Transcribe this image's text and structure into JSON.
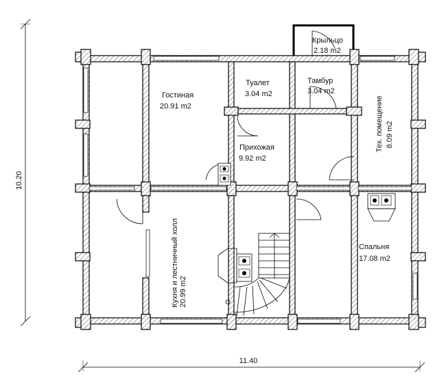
{
  "plan": {
    "rooms": {
      "porch": {
        "name": "Крыльцо",
        "area": "2.18 m2"
      },
      "living": {
        "name": "Гостиная",
        "area": "20.91 m2"
      },
      "toilet": {
        "name": "Туалет",
        "area": "3.04 m2"
      },
      "vestibule": {
        "name": "Тамбур",
        "area": "3.04 m2"
      },
      "hall": {
        "name": "Прихожая",
        "area": "9.92 m2"
      },
      "tech": {
        "name": "Тех. помещение",
        "area": "8.09 m2"
      },
      "kitchen": {
        "name": "Кухня и лестничный холл",
        "area": "20.99 m2"
      },
      "bedroom": {
        "name": "Спальня",
        "area": "17.08 m2"
      }
    },
    "dimensions": {
      "width": "11.40",
      "height": "10.20"
    }
  }
}
